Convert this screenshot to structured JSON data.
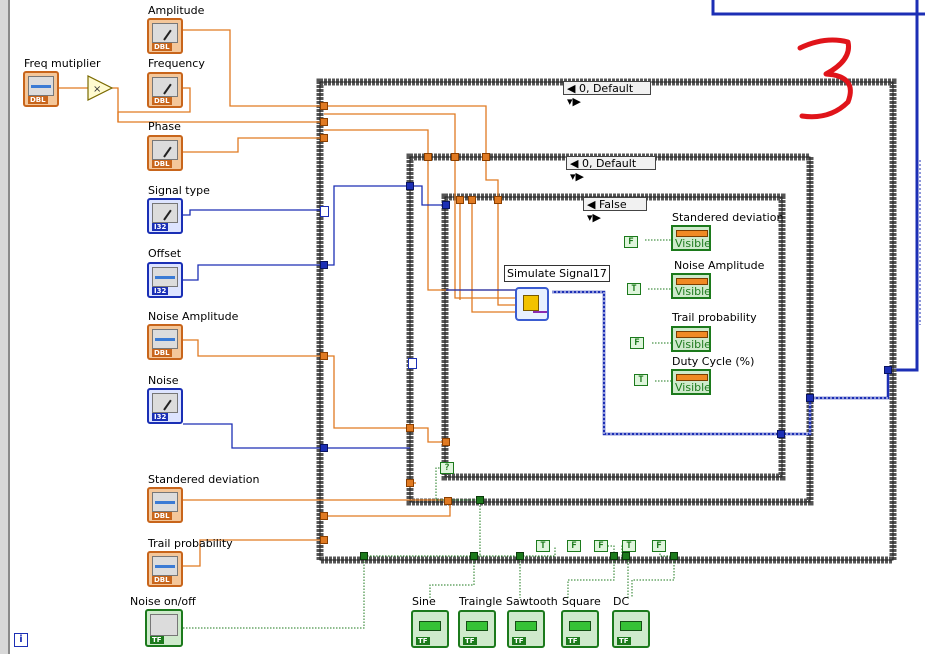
{
  "window": {
    "title": "Block Diagram"
  },
  "annotation": {
    "drawn_number": "3",
    "color": "#e0141a"
  },
  "controls": {
    "amplitude": "Amplitude",
    "frequency": "Frequency",
    "freq_multiplier": "Freq mutiplier",
    "phase": "Phase",
    "signal_type": "Signal type",
    "offset": "Offset",
    "noise_amplitude": "Noise Amplitude",
    "noise": "Noise",
    "std_deviation": "Standered deviation",
    "trail_probability": "Trail probability",
    "noise_onoff": "Noise on/off"
  },
  "type_tags": {
    "dbl": "DBL",
    "i32": "I32",
    "tf": "TF"
  },
  "case_structures": {
    "outer_selector": "0, Default",
    "middle_selector": "0, Default",
    "inner_selector": "False"
  },
  "subvi": {
    "label": "Simulate Signal17"
  },
  "property_nodes": [
    {
      "label": "Standered deviation",
      "property": "Visible",
      "const": "F"
    },
    {
      "label": "Noise Amplitude",
      "property": "Visible",
      "const": "T"
    },
    {
      "label": "Trail probability",
      "property": "Visible",
      "const": "F"
    },
    {
      "label": "Duty Cycle (%)",
      "property": "Visible",
      "const": "T"
    }
  ],
  "bool_constants": [
    "T",
    "F",
    "F",
    "T",
    "F"
  ],
  "question_const": "?",
  "outputs": {
    "sine": "Sine",
    "traingle": "Traingle",
    "sawtooth": "Sawtooth",
    "square": "Square",
    "dc": "DC"
  },
  "loop_info": "i",
  "colors": {
    "orange_wire": "#e07a22",
    "blue_wire": "#1c2fb5",
    "green_wire": "#1c7a1c"
  }
}
